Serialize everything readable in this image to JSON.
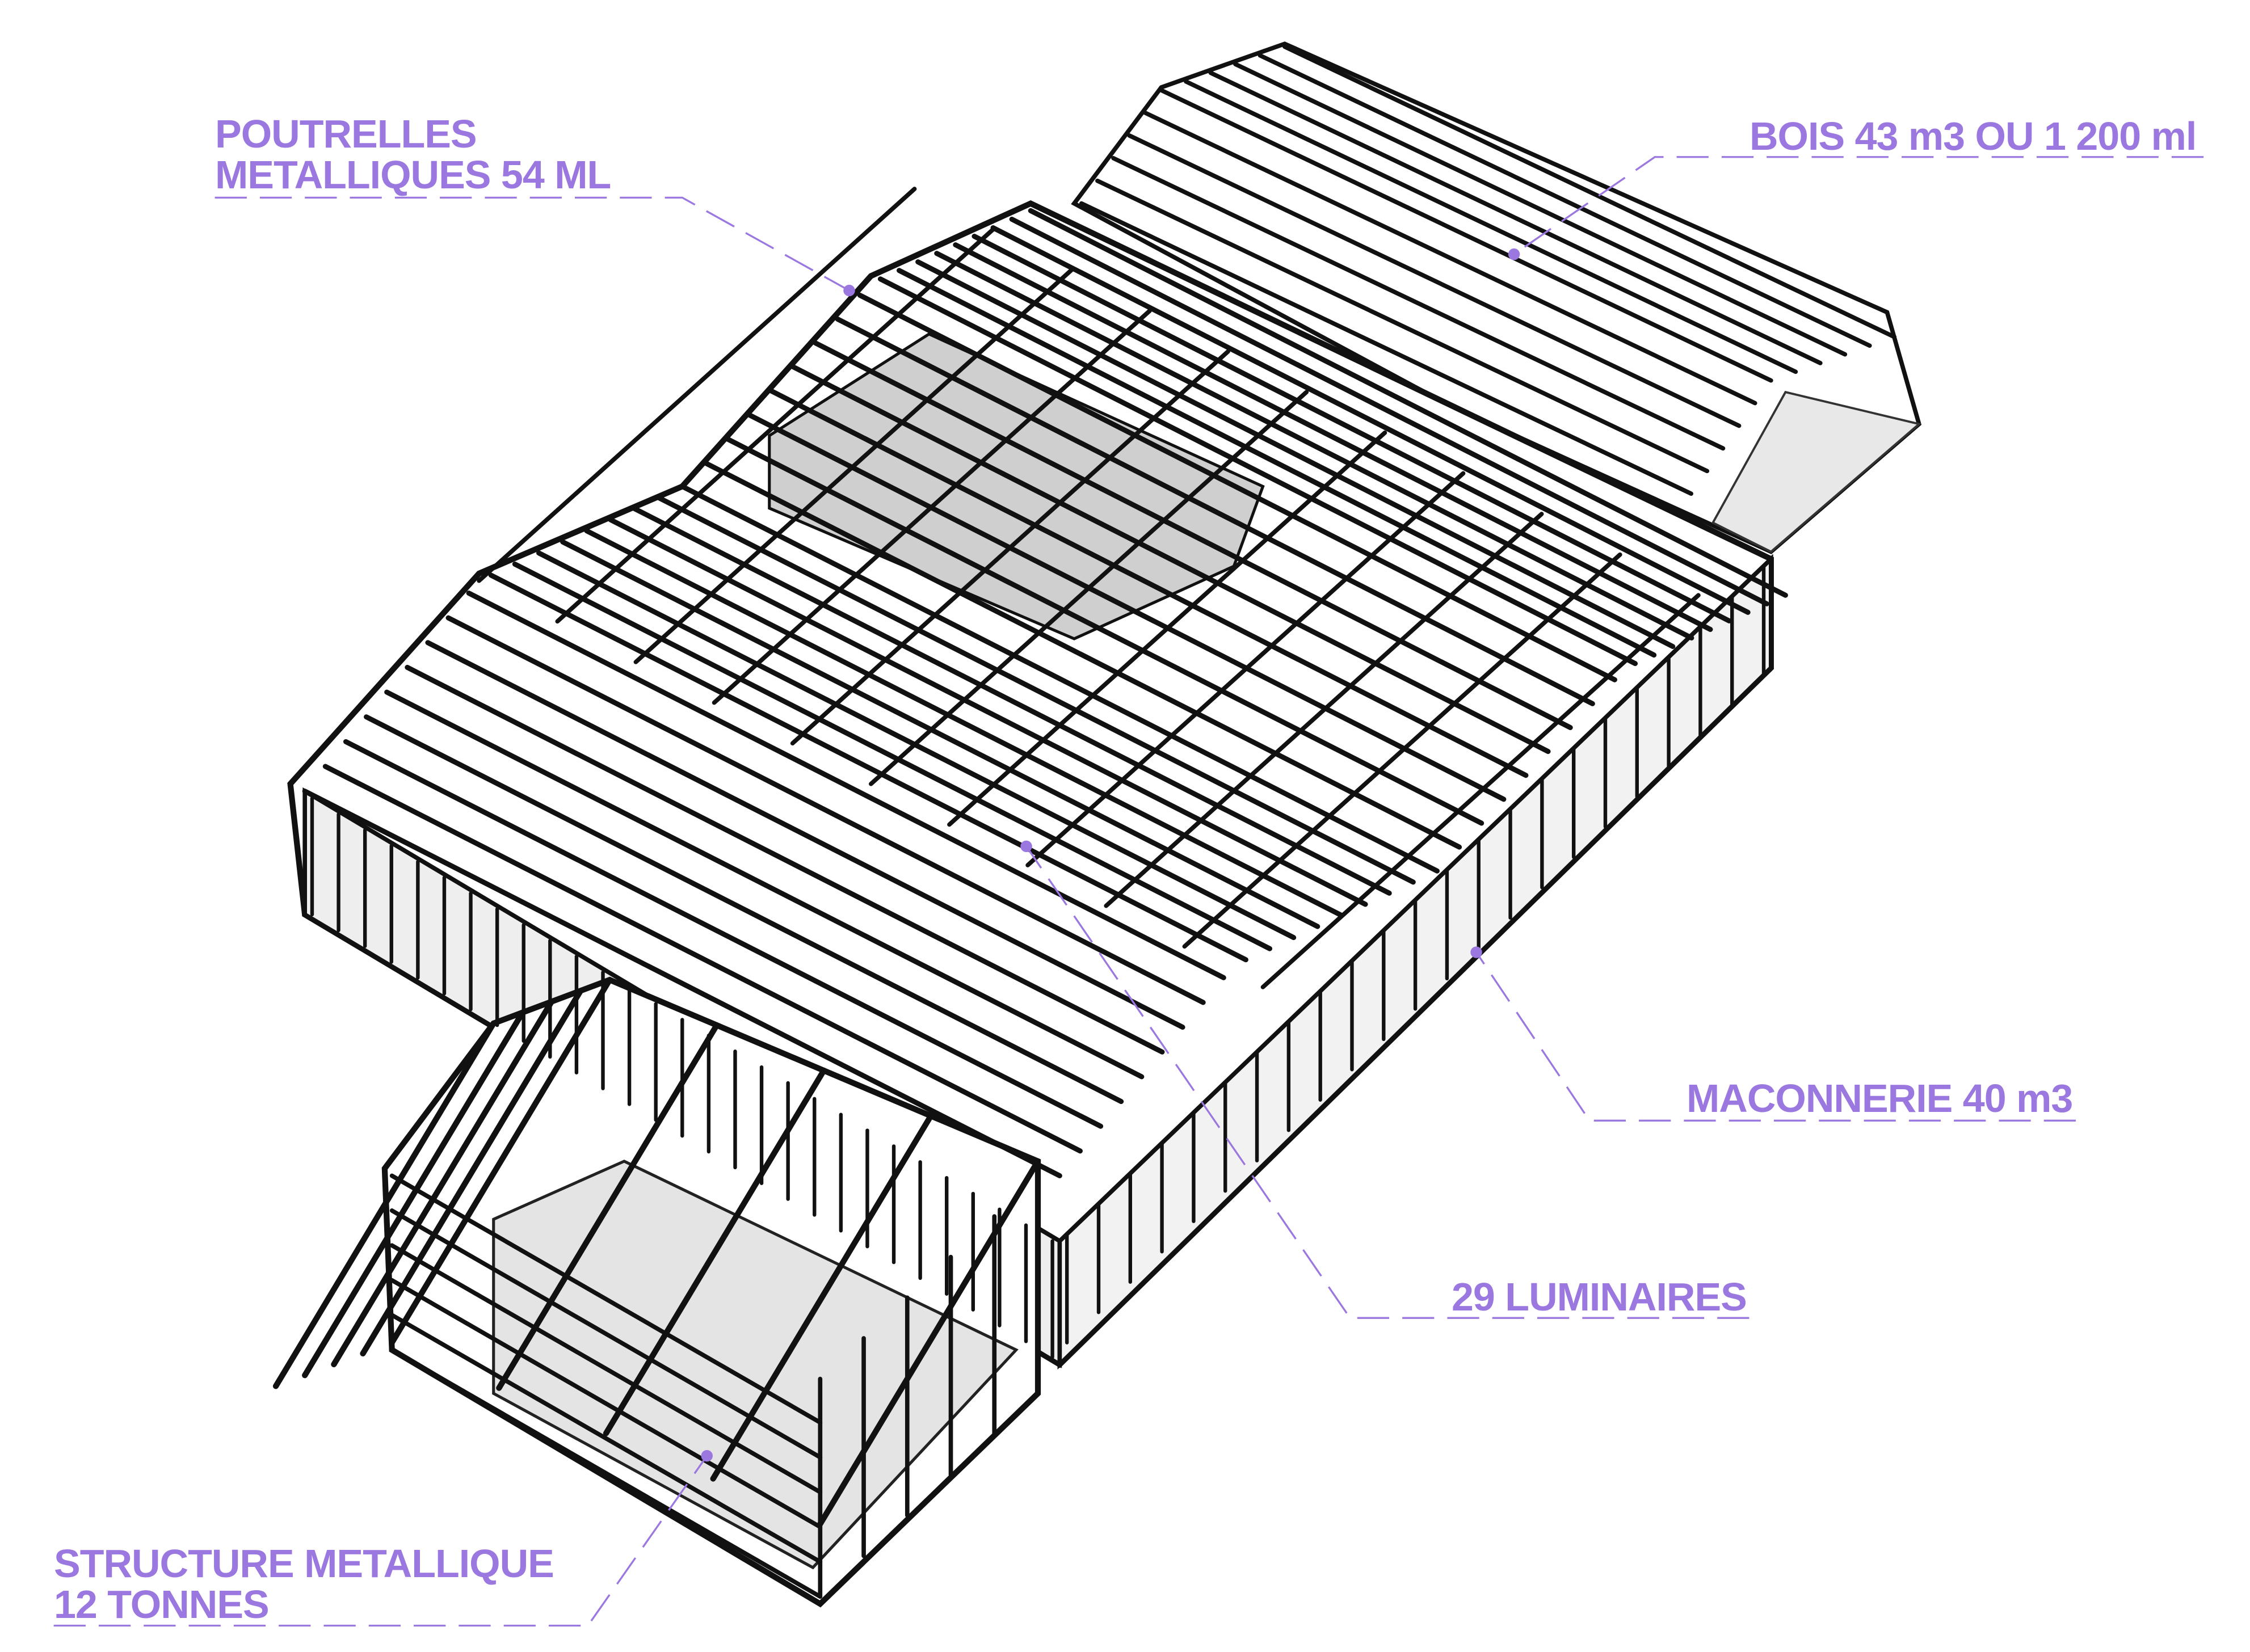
{
  "colors": {
    "annotation": "#9b77e0",
    "structure": "#111111",
    "floor": "#e6e6e6"
  },
  "labels": {
    "poutrelles": {
      "line1": "POUTRELLES",
      "line2": "METALLIQUES 54 ML"
    },
    "bois": "BOIS 43 m3 OU 1 200 ml",
    "maconnerie": "MACONNERIE 40 m3",
    "luminaires": "29 LUMINAIRES",
    "structure": {
      "line1": "STRUCTURE METALLIQUE",
      "line2": "12 TONNES"
    }
  }
}
